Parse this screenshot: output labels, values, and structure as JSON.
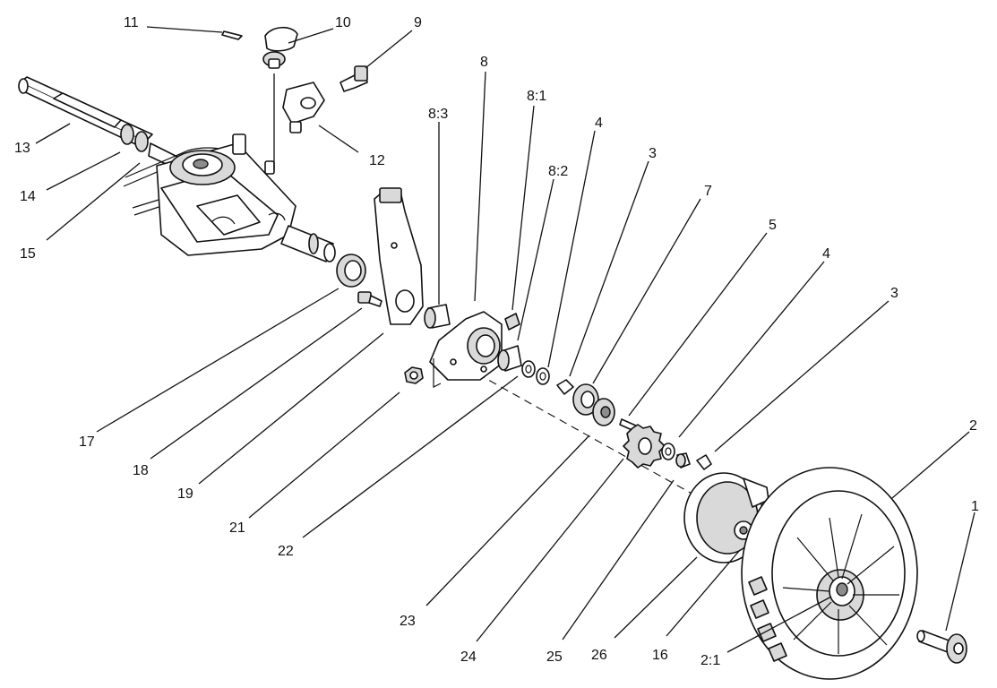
{
  "callouts": [
    {
      "id": "c1",
      "label": "1"
    },
    {
      "id": "c2",
      "label": "2"
    },
    {
      "id": "c2_1",
      "label": "2:1"
    },
    {
      "id": "c3a",
      "label": "3"
    },
    {
      "id": "c3b",
      "label": "3"
    },
    {
      "id": "c4a",
      "label": "4"
    },
    {
      "id": "c4b",
      "label": "4"
    },
    {
      "id": "c5",
      "label": "5"
    },
    {
      "id": "c7",
      "label": "7"
    },
    {
      "id": "c8",
      "label": "8"
    },
    {
      "id": "c8_1",
      "label": "8:1"
    },
    {
      "id": "c8_2",
      "label": "8:2"
    },
    {
      "id": "c8_3",
      "label": "8:3"
    },
    {
      "id": "c9",
      "label": "9"
    },
    {
      "id": "c10",
      "label": "10"
    },
    {
      "id": "c11",
      "label": "11"
    },
    {
      "id": "c12",
      "label": "12"
    },
    {
      "id": "c13",
      "label": "13"
    },
    {
      "id": "c14",
      "label": "14"
    },
    {
      "id": "c15",
      "label": "15"
    },
    {
      "id": "c16",
      "label": "16"
    },
    {
      "id": "c17",
      "label": "17"
    },
    {
      "id": "c18",
      "label": "18"
    },
    {
      "id": "c19",
      "label": "19"
    },
    {
      "id": "c21",
      "label": "21"
    },
    {
      "id": "c22",
      "label": "22"
    },
    {
      "id": "c23",
      "label": "23"
    },
    {
      "id": "c24",
      "label": "24"
    },
    {
      "id": "c25",
      "label": "25"
    },
    {
      "id": "c26",
      "label": "26"
    }
  ]
}
